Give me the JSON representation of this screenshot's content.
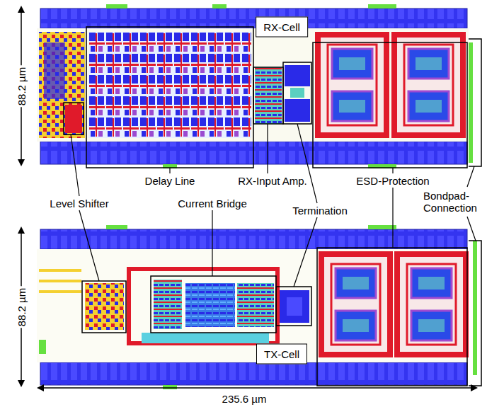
{
  "diagram": {
    "labels": [
      "RX-Cell",
      "88.2 µm",
      "Delay Line",
      "RX-Input Amp.",
      "ESD-Protection",
      "Level Shifter",
      "Current Bridge",
      "Termination",
      "Bondpad-Connection",
      "88.2 µm",
      "TX-Cell",
      "235.6 µm"
    ]
  }
}
